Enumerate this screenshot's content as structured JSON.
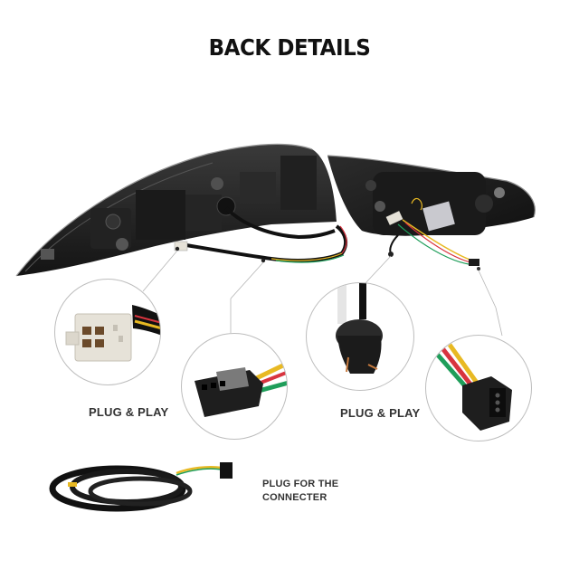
{
  "page": {
    "title": "BACK DETAILS"
  },
  "callouts": [
    {
      "id": "left-plug-4pin",
      "caption": "PLUG & PLAY",
      "part": "white 4-pin connector"
    },
    {
      "id": "left-plug-3pin",
      "caption": "",
      "part": "black 3-pin female connector"
    },
    {
      "id": "right-bulb-socket",
      "caption": "PLUG & PLAY",
      "part": "black bulb socket"
    },
    {
      "id": "right-plug-3pin",
      "caption": "",
      "part": "black 3-pin male connector"
    }
  ],
  "captions": {
    "left_plug_play": "PLUG & PLAY",
    "right_plug_play": "PLUG & PLAY",
    "harness_line1": "PLUG FOR THE",
    "harness_line2": "CONNECTER"
  },
  "colors": {
    "housing": "#1c1c1c",
    "wire_yellow": "#e8b923",
    "wire_green": "#1f9e5a",
    "wire_red": "#d8343f",
    "connector_white": "#e6e2d8",
    "leader_line": "#b5b5b5"
  }
}
